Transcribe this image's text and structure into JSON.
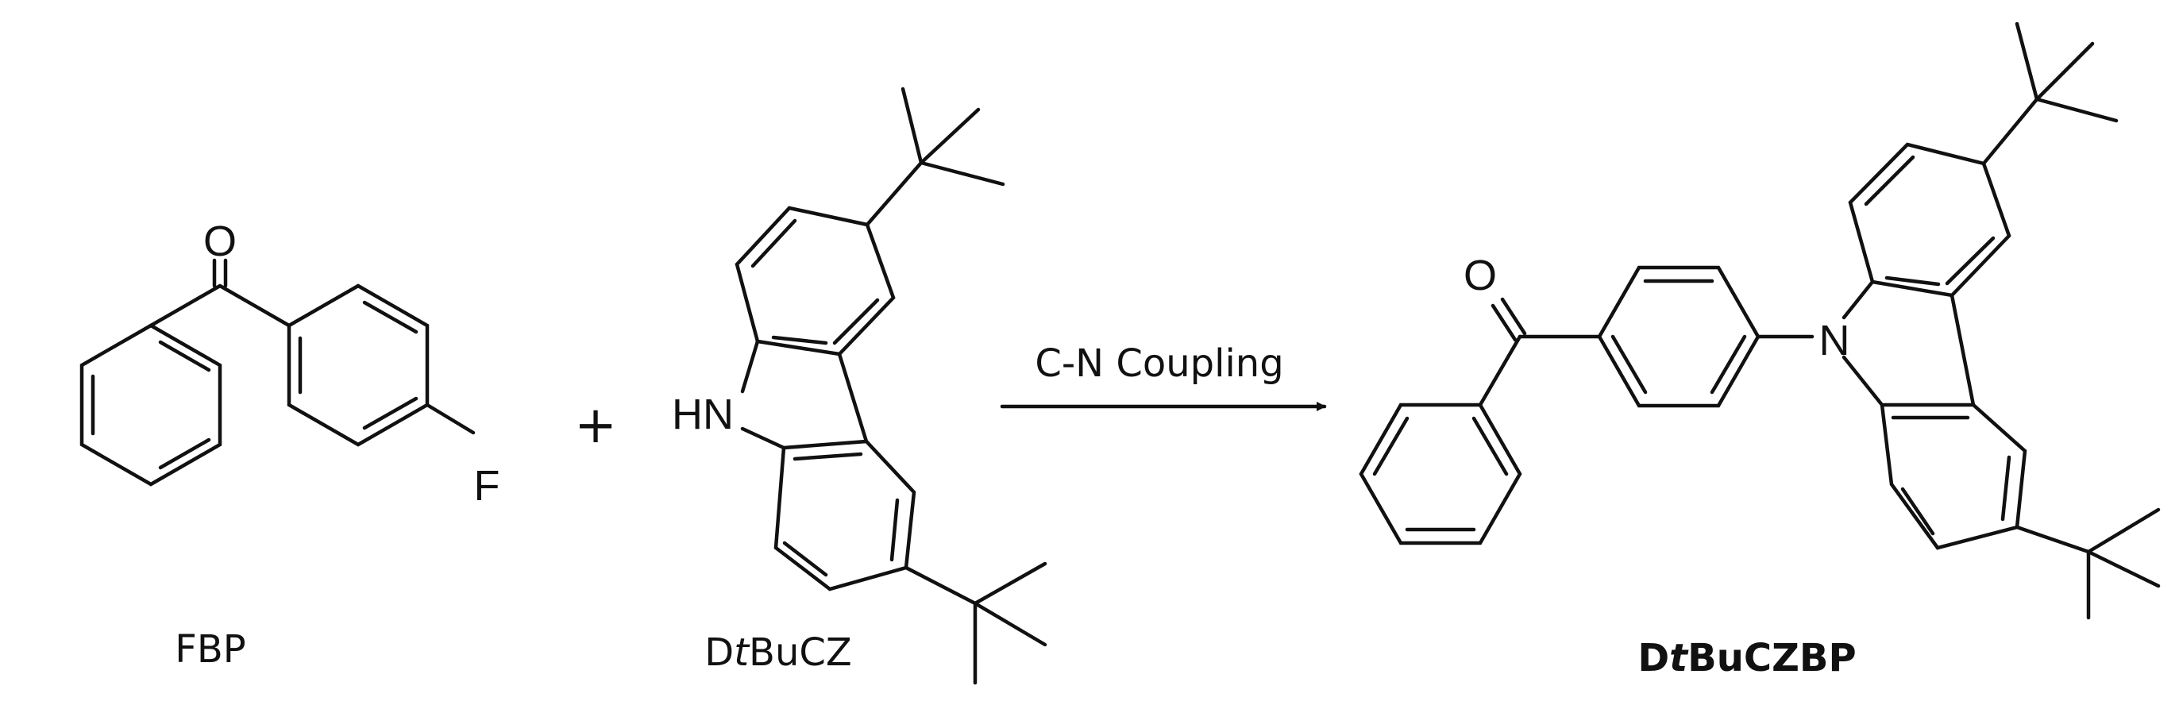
{
  "atoms": {
    "oxygen": "O",
    "fluorine": "F",
    "amine": "HN",
    "nitrogen": "N"
  },
  "labels": {
    "fbp": "FBP",
    "dtbucz_pre": "D",
    "dtbucz_italic": "t",
    "dtbucz_post": "BuCZ",
    "product_pre": "D",
    "product_italic": "t",
    "product_post": "BuCZBP"
  },
  "plus_sign": "+",
  "reaction": {
    "condition": "C-N Coupling"
  }
}
